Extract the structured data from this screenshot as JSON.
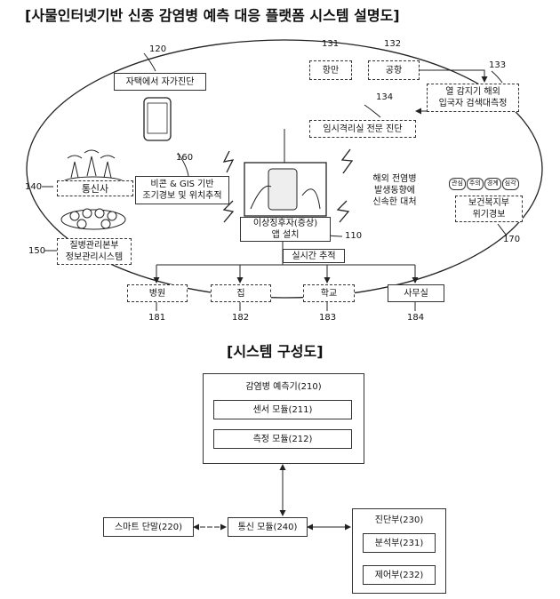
{
  "title_top": "[사물인터넷기반 신종 감염병 예측 대응 플랫폼 시스템 설명도]",
  "title_mid": "[시스템 구성도]",
  "top": {
    "self_diag": "자택에서 자가진단",
    "port": "항만",
    "airport": "공항",
    "thermal": [
      "열 감지기 해외",
      "입국자 검색대측정"
    ],
    "quarantine": "임시격리실 전문 진단",
    "telecom": "통신사",
    "beacon": [
      "비콘 & GIS 기반",
      "조기경보 및 위치추적"
    ],
    "overseas": [
      "해외 전염병",
      "발생동향에",
      "신속한 대처"
    ],
    "alert_levels": [
      "관심",
      "주의",
      "경계",
      "심각"
    ],
    "welfare": [
      "보건복지부",
      "위기경보"
    ],
    "app": [
      "이상징후자(증상)",
      "앱 설치"
    ],
    "kcdc": [
      "질병관리본부",
      "정보관리시스템"
    ],
    "realtime": "실시간 추적",
    "hospital": "병원",
    "home": "집",
    "school": "학교",
    "office": "사무실",
    "nums": {
      "n120": "120",
      "n131": "131",
      "n132": "132",
      "n133": "133",
      "n134": "134",
      "n140": "140",
      "n160": "160",
      "n150": "150",
      "n110": "110",
      "n170": "170",
      "n181": "181",
      "n182": "182",
      "n183": "183",
      "n184": "184"
    }
  },
  "bottom": {
    "predictor": "감염병 예측기(210)",
    "sensor": "센서 모듈(211)",
    "measure": "측정 모듈(212)",
    "smart": "스마트 단말(220)",
    "comm": "통신 모듈(240)",
    "diag": "진단부(230)",
    "analysis": "분석부(231)",
    "control": "제어부(232)"
  }
}
